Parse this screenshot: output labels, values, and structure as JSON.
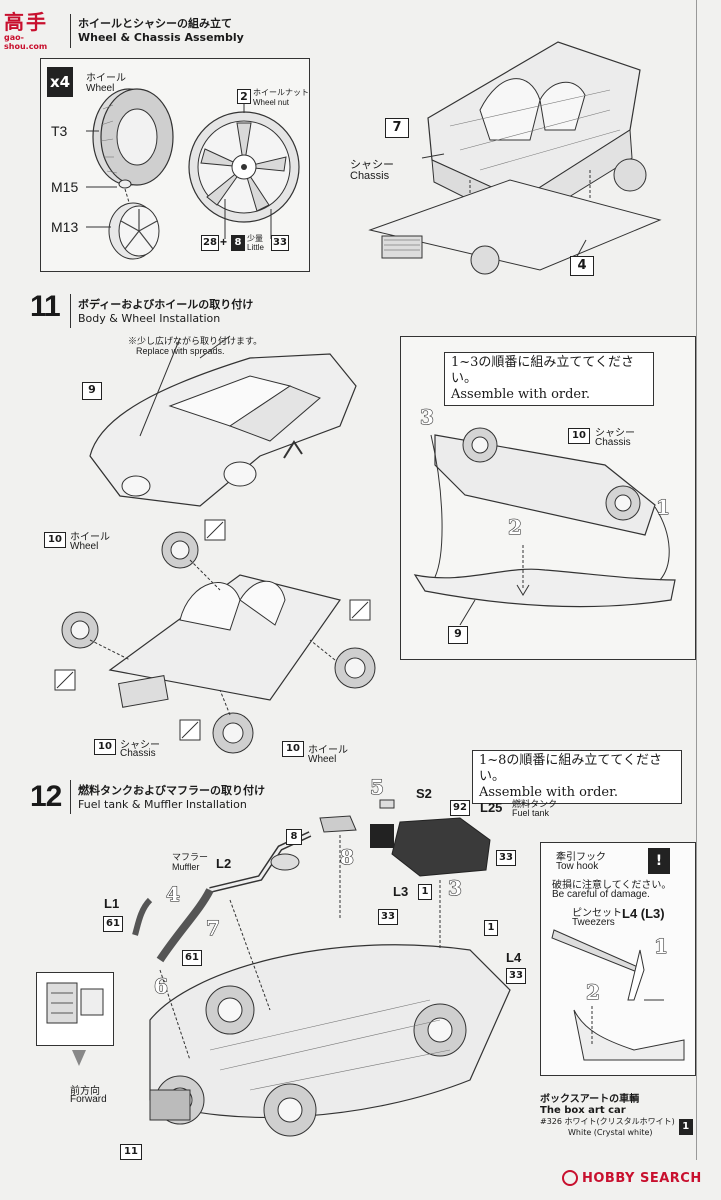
{
  "watermark": {
    "top": "高手",
    "url": "gao-shou.com"
  },
  "step10": {
    "title_jp": "ホイールとシャシーの組み立て",
    "title_en": "Wheel & Chassis Assembly",
    "qty": "x4",
    "wheel_jp": "ホイール",
    "wheel_en": "Wheel",
    "parts": [
      "T3",
      "M15",
      "M13"
    ],
    "nut_num": "2",
    "nut_jp": "ホイールナット",
    "nut_en": "Wheel nut",
    "paint_a": "28",
    "plus": "+",
    "paint_b": "8",
    "little_jp": "少量",
    "little_en": "Little",
    "paint_c": "33",
    "callout_7": "7",
    "chassis_jp": "シャシー",
    "chassis_en": "Chassis",
    "callout_4": "4"
  },
  "step11": {
    "num": "11",
    "title_jp": "ボディーおよびホイールの取り付け",
    "title_en": "Body & Wheel Installation",
    "spread_jp": "※少し広げながら取り付けます。",
    "spread_en": "Replace with spreads.",
    "part_9": "9",
    "wheel_num": "10",
    "wheel_jp": "ホイール",
    "wheel_en": "Wheel",
    "chassis_jp": "シャシー",
    "chassis_en": "Chassis",
    "order_jp": "1~3の順番に組み立ててください。",
    "order_en": "Assemble with order.",
    "seq": [
      "1",
      "2",
      "3"
    ]
  },
  "step12": {
    "num": "12",
    "title_jp": "燃料タンクおよびマフラーの取り付け",
    "title_en": "Fuel tank & Muffler Installation",
    "order_jp": "1~8の順番に組み立ててください。",
    "order_en": "Assemble with order.",
    "s2": "S2",
    "p92": "92",
    "l25": "L25",
    "tank_jp": "燃料タンク",
    "tank_en": "Fuel tank",
    "p33": "33",
    "muffler_jp": "マフラー",
    "muffler_en": "Muffler",
    "l2": "L2",
    "l1": "L1",
    "p61": "61",
    "l3": "L3",
    "p1": "1",
    "l4": "L4",
    "part_11": "11",
    "forward_jp": "前方向",
    "forward_en": "Forward",
    "seq": [
      "1",
      "2",
      "3",
      "4",
      "5",
      "6",
      "7",
      "8"
    ],
    "tow_jp": "牽引フック",
    "tow_en": "Tow hook",
    "careful_jp": "破損に注意してください。",
    "careful_en": "Be careful of damage.",
    "tweezers_jp": "ピンセット",
    "tweezers_en": "Tweezers",
    "l4l3": "L4 (L3)"
  },
  "boxart": {
    "title_jp": "ボックスアートの車輌",
    "title_en": "The box art car",
    "color_jp": "#326 ホワイト(クリスタルホワイト)",
    "color_en": "White (Crystal white)",
    "badge": "1"
  },
  "footer": {
    "logo": "HOBBY SEARCH"
  }
}
